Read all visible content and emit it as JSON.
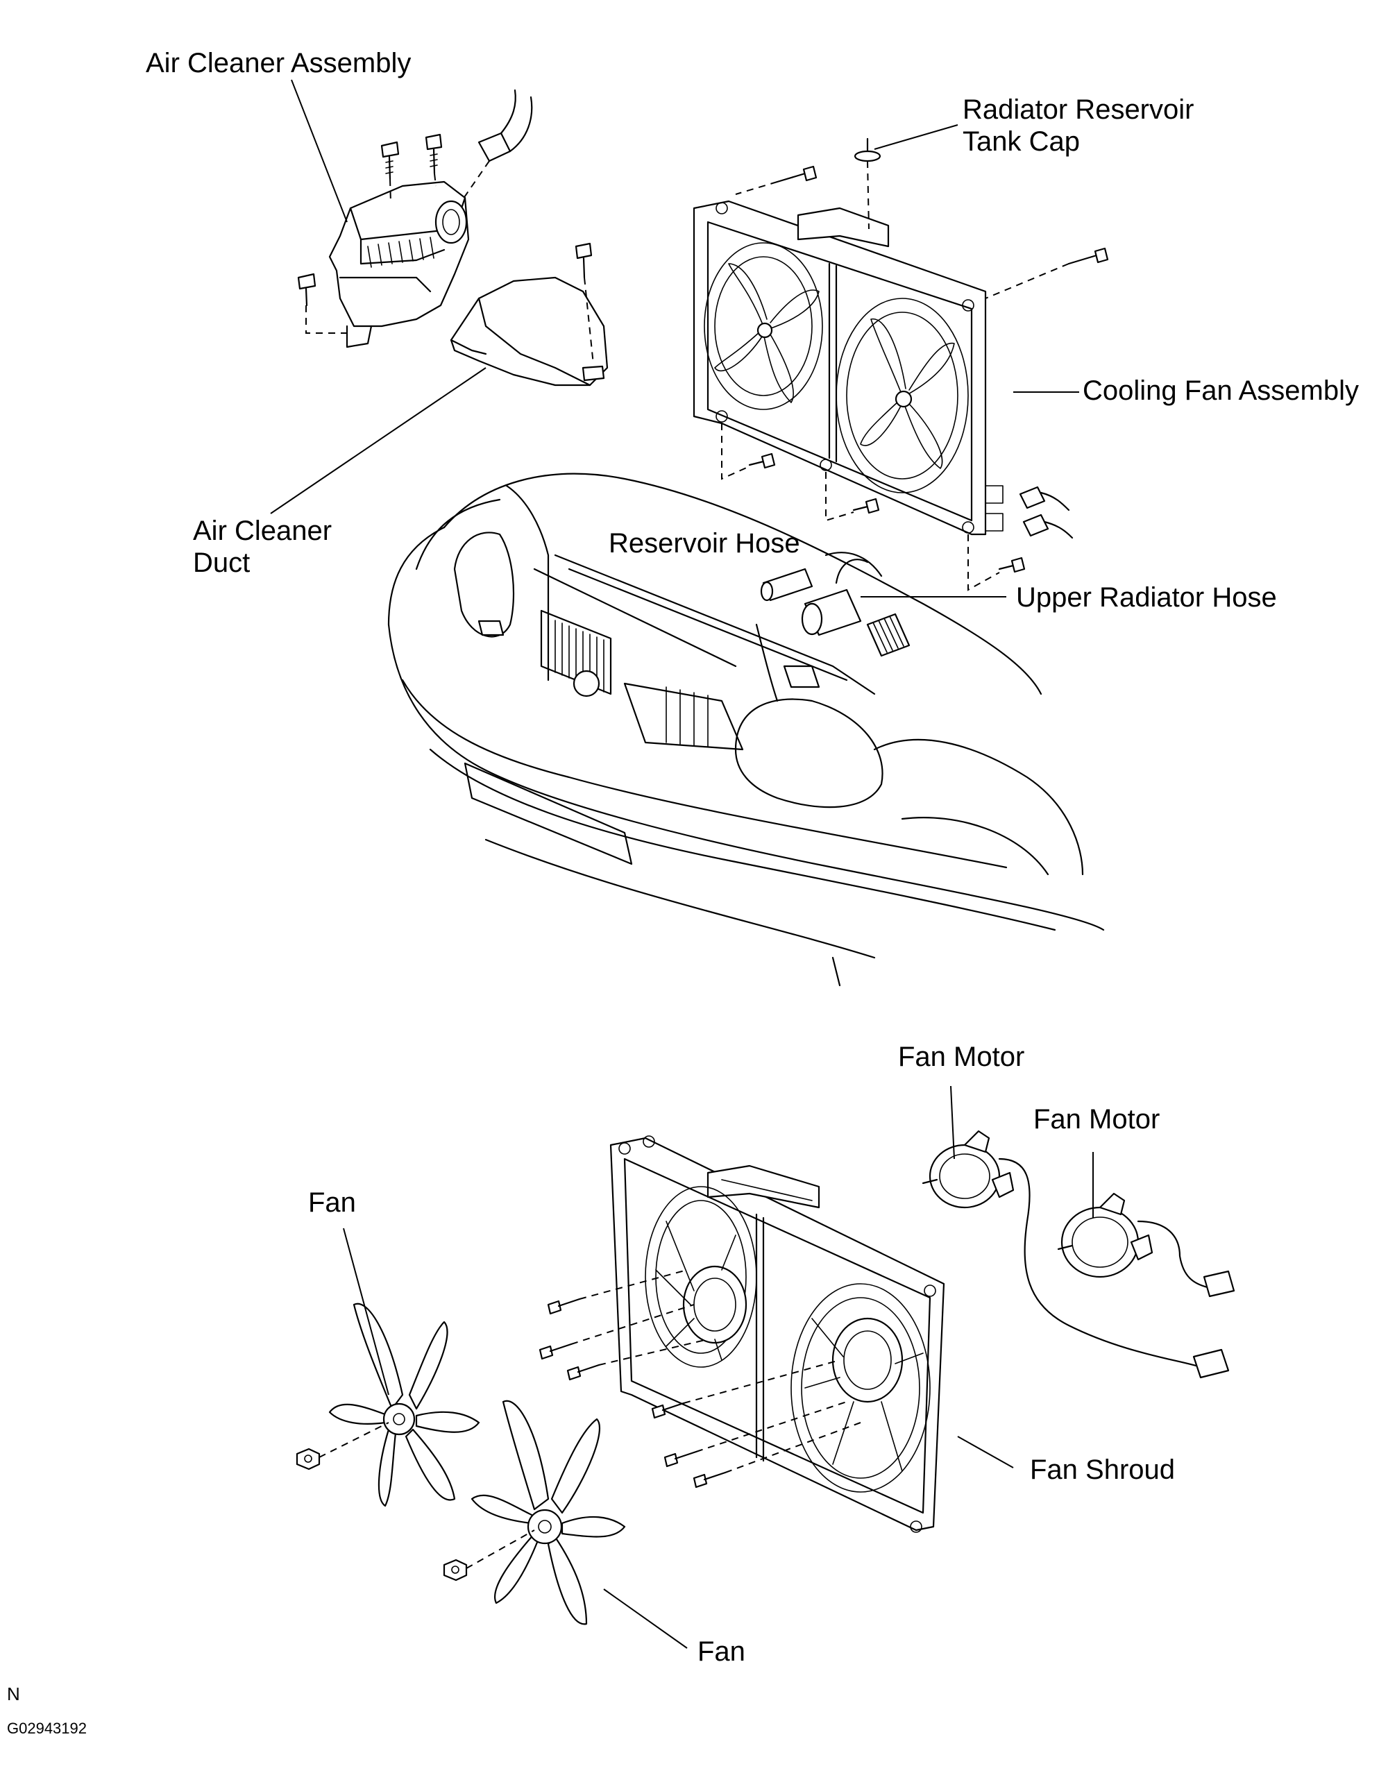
{
  "labels": {
    "air_cleaner_assembly": "Air Cleaner Assembly",
    "radiator_reservoir_tank_cap_line1": "Radiator Reservoir",
    "radiator_reservoir_tank_cap_line2": "Tank Cap",
    "cooling_fan_assembly": "Cooling Fan Assembly",
    "air_cleaner_duct_line1": "Air Cleaner",
    "air_cleaner_duct_line2": "Duct",
    "reservoir_hose": "Reservoir Hose",
    "upper_radiator_hose": "Upper Radiator Hose",
    "fan_motor_1": "Fan Motor",
    "fan_motor_2": "Fan Motor",
    "fan_1": "Fan",
    "fan_2": "Fan",
    "fan_shroud": "Fan Shroud"
  },
  "footer": {
    "orientation_mark": "N",
    "figure_code": "G02943192"
  },
  "icons": [
    "bolt-icon",
    "connector-icon",
    "fan-blade-icon",
    "nut-icon",
    "fan-motor-icon"
  ]
}
